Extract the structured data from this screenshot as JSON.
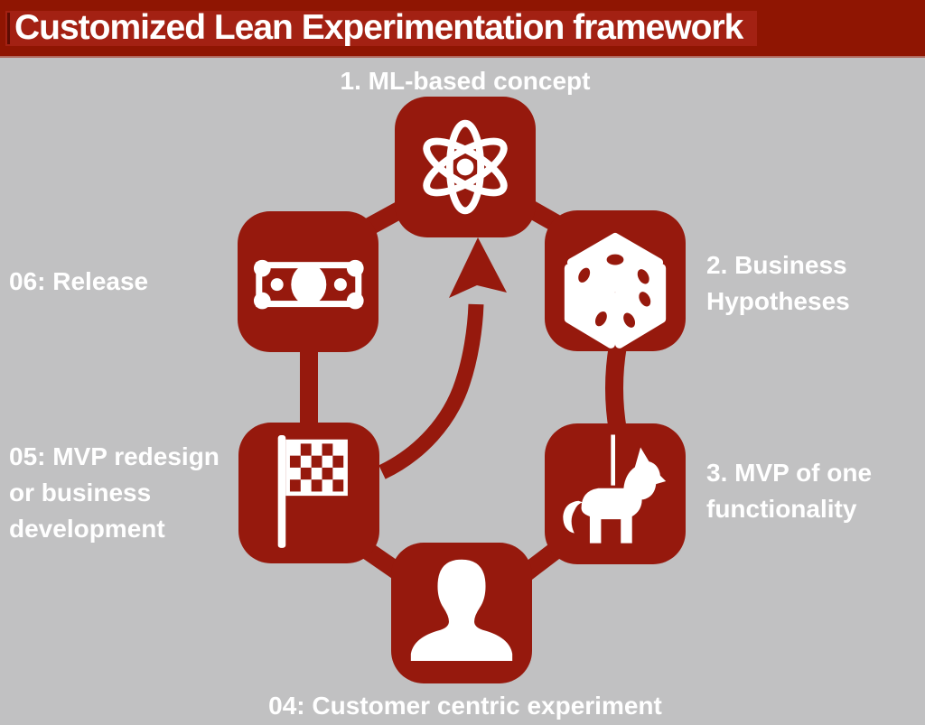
{
  "title": "Customized Lean Experimentation framework",
  "colors": {
    "title_bar_red": "#8f1502",
    "title_band_red": "#a32113",
    "box_red": "#96190d",
    "background_gray": "#c1c1c2",
    "text_white": "#ffffff"
  },
  "diagram": {
    "type": "cycle",
    "center_arrow": "curved arrow from step 05 area pointing up to step 1",
    "steps": [
      {
        "label": "1. ML-based concept",
        "icon": "atom-icon",
        "position": "top"
      },
      {
        "label": "2. Business Hypotheses",
        "icon": "dice-icon",
        "position": "top-right"
      },
      {
        "label": "3. MVP of one functionality",
        "icon": "pinata-unicorn-icon",
        "position": "bottom-right"
      },
      {
        "label": "04: Customer centric experiment",
        "icon": "person-icon",
        "position": "bottom"
      },
      {
        "label": "05: MVP redesign or business development",
        "icon": "checkered-flag-icon",
        "position": "bottom-left"
      },
      {
        "label": "06: Release",
        "icon": "money-bill-icon",
        "position": "top-left"
      }
    ]
  }
}
